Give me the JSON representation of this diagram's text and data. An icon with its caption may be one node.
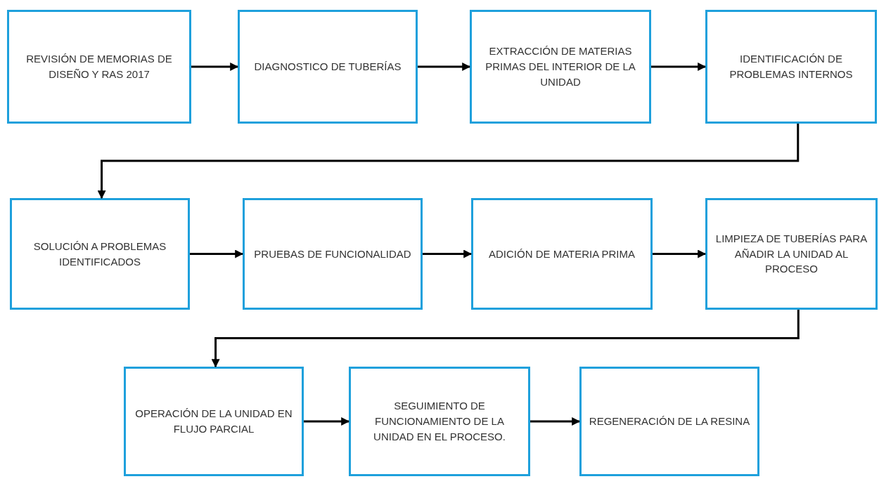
{
  "diagram": {
    "nodes": [
      {
        "text": [
          "REVISIÓN DE MEMORIAS DE DISEÑO Y RAS 2017"
        ]
      },
      {
        "text": [
          "DIAGNOSTICO DE TUBERÍAS"
        ]
      },
      {
        "text": [
          "EXTRACCIÓN DE MATERIAS PRIMAS DEL INTERIOR DE LA UNIDAD"
        ]
      },
      {
        "text": [
          "IDENTIFICACIÓN DE PROBLEMAS INTERNOS"
        ]
      },
      {
        "text": [
          "SOLUCIÓN A PROBLEMAS IDENTIFICADOS"
        ]
      },
      {
        "text": [
          "PRUEBAS DE FUNCIONALIDAD"
        ]
      },
      {
        "text": [
          "ADICIÓN DE MATERIA PRIMA"
        ]
      },
      {
        "text": [
          "LIMPIEZA DE TUBERÍAS PARA AÑADIR LA UNIDAD AL PROCESO"
        ]
      },
      {
        "text": [
          "OPERACIÓN DE LA UNIDAD EN FLUJO PARCIAL"
        ]
      },
      {
        "text": [
          "SEGUIMIENTO DE FUNCIONAMIENTO DE LA UNIDAD EN EL PROCESO."
        ]
      },
      {
        "text": [
          "REGENERACIÓN DE LA RESINA"
        ]
      }
    ],
    "edges": [
      {
        "from": 0,
        "to": 1,
        "arrow": "to"
      },
      {
        "from": 1,
        "to": 2,
        "arrow": "to"
      },
      {
        "from": 2,
        "to": 3,
        "arrow": "to"
      },
      {
        "from": 3,
        "to": 4,
        "arrow": "to"
      },
      {
        "from": 4,
        "to": 5,
        "arrow": "to"
      },
      {
        "from": 5,
        "to": 6,
        "arrow": "to"
      },
      {
        "from": 6,
        "to": 7,
        "arrow": "to"
      },
      {
        "from": 7,
        "to": 8,
        "arrow": "to"
      },
      {
        "from": 8,
        "to": 9,
        "arrow": "to"
      },
      {
        "from": 9,
        "to": 10,
        "arrow": "to"
      }
    ]
  }
}
